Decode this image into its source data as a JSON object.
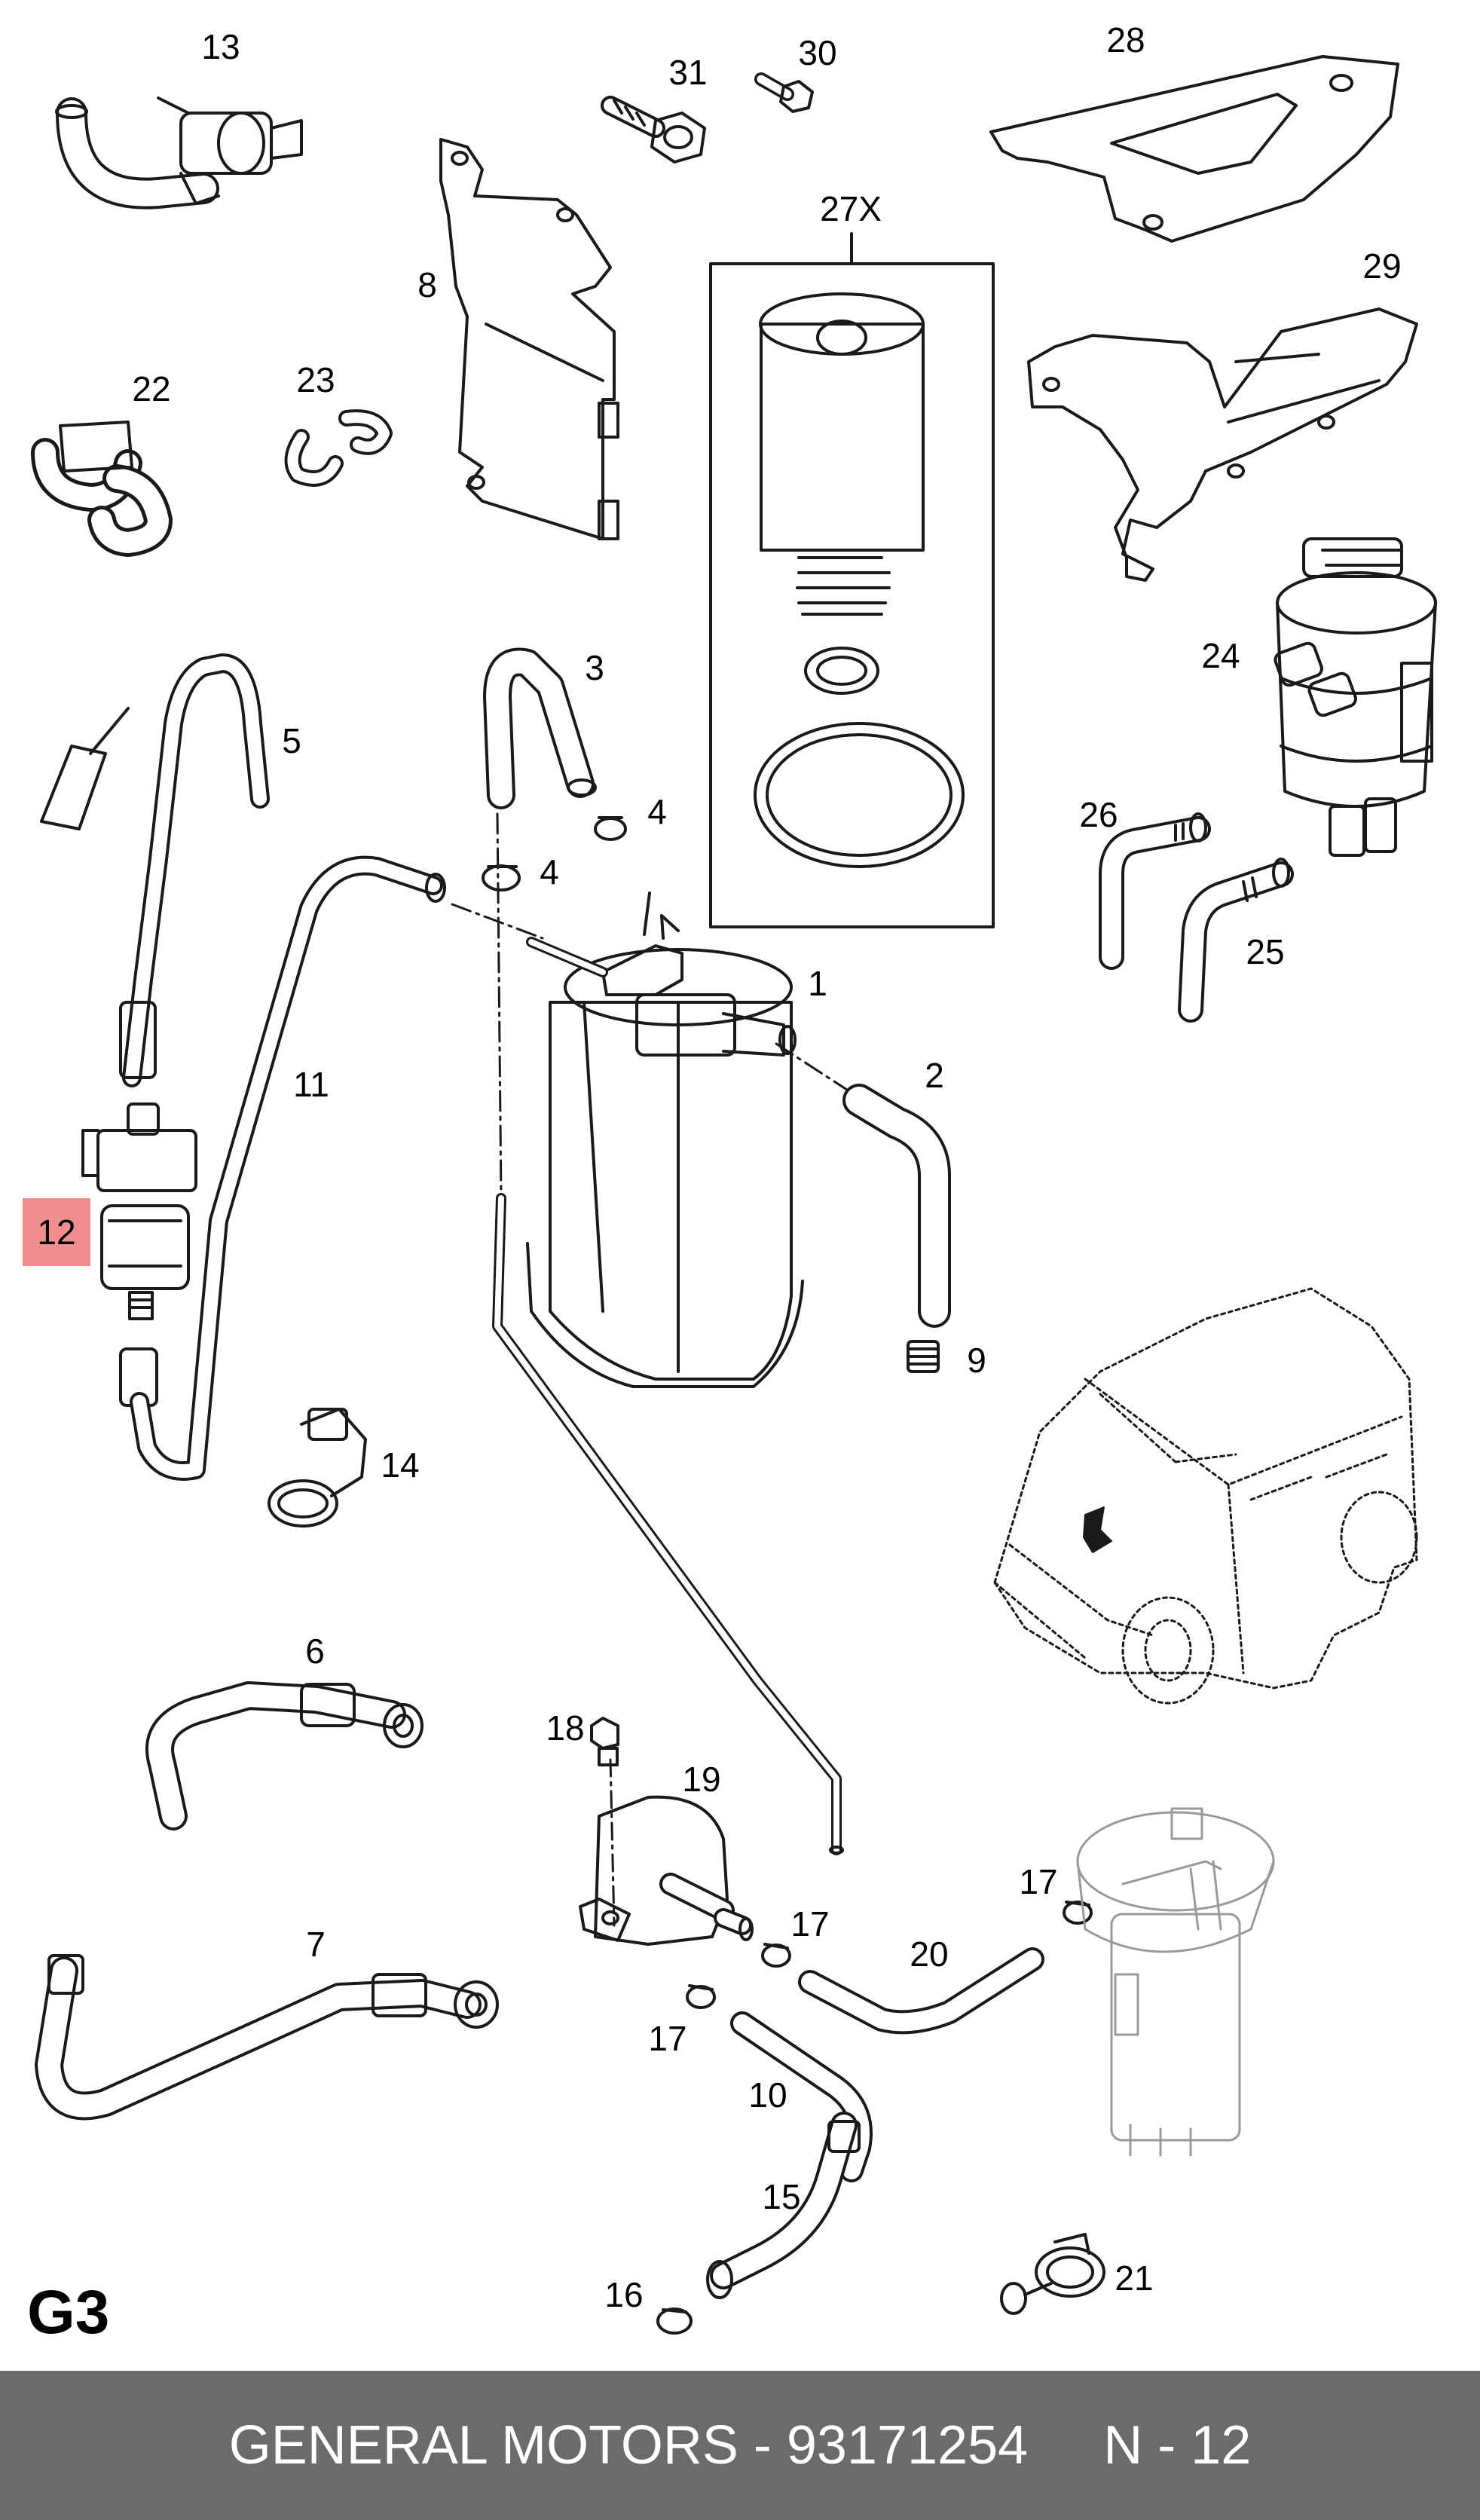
{
  "labels": {
    "p1": "1",
    "p2": "2",
    "p3": "3",
    "p4a": "4",
    "p4b": "4",
    "p5": "5",
    "p6": "6",
    "p7": "7",
    "p8": "8",
    "p9": "9",
    "p10": "10",
    "p11": "11",
    "p12": "12",
    "p13": "13",
    "p14": "14",
    "p15": "15",
    "p16": "16",
    "p17a": "17",
    "p17b": "17",
    "p17c": "17",
    "p18": "18",
    "p19": "19",
    "p20": "20",
    "p21": "21",
    "p22": "22",
    "p23": "23",
    "p24": "24",
    "p25": "25",
    "p26": "26",
    "p27": "27X",
    "p28": "28",
    "p29": "29",
    "p30": "30",
    "p31": "31"
  },
  "section": "G3",
  "footer": {
    "caption": "GENERAL MOTORS - 93171254",
    "page": "N - 12"
  },
  "colors": {
    "highlight": "#f08d8d",
    "footer_bg": "#6b6b6b",
    "footer_text": "#ffffff"
  }
}
